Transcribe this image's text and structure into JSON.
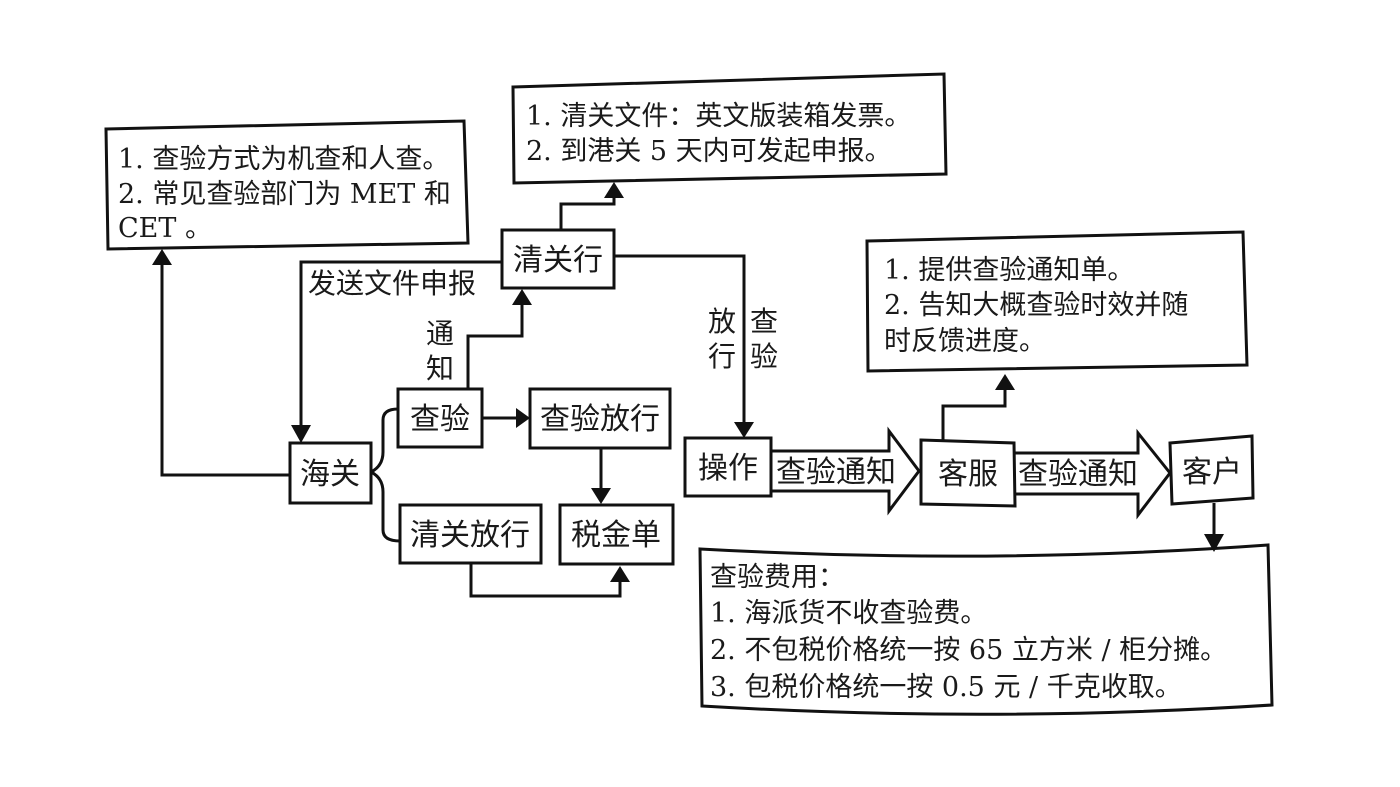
{
  "nodes": {
    "customs": "海关",
    "inspection": "查验",
    "inspection_release": "查验放行",
    "clearance_release": "清关放行",
    "tax_bill": "税金单",
    "broker": "清关行",
    "operation": "操作",
    "customer_service": "客服",
    "customer": "客户"
  },
  "edge_labels": {
    "send_docs": "发送文件申报",
    "notify": [
      "通",
      "知"
    ],
    "release": [
      "放",
      "行"
    ],
    "inspect": [
      "查",
      "验"
    ],
    "notice_1": "查验通知",
    "notice_2": "查验通知"
  },
  "notes": {
    "inspection_methods": [
      "1. 查验方式为机查和人查。",
      "2. 常见查验部门为 MET 和",
      "CET 。"
    ],
    "clearance_docs": [
      "1. 清关文件：英文版装箱发票。",
      "2. 到港关 5 天内可发起申报。"
    ],
    "service_notes": [
      "1. 提供查验通知单。",
      "2. 告知大概查验时效并随",
      "时反馈进度。"
    ],
    "fees": [
      "查验费用：",
      "1. 海派货不收查验费。",
      "2. 不包税价格统一按 65 立方米 / 柜分摊。",
      "3. 包税价格统一按 0.5 元 / 千克收取。"
    ]
  }
}
